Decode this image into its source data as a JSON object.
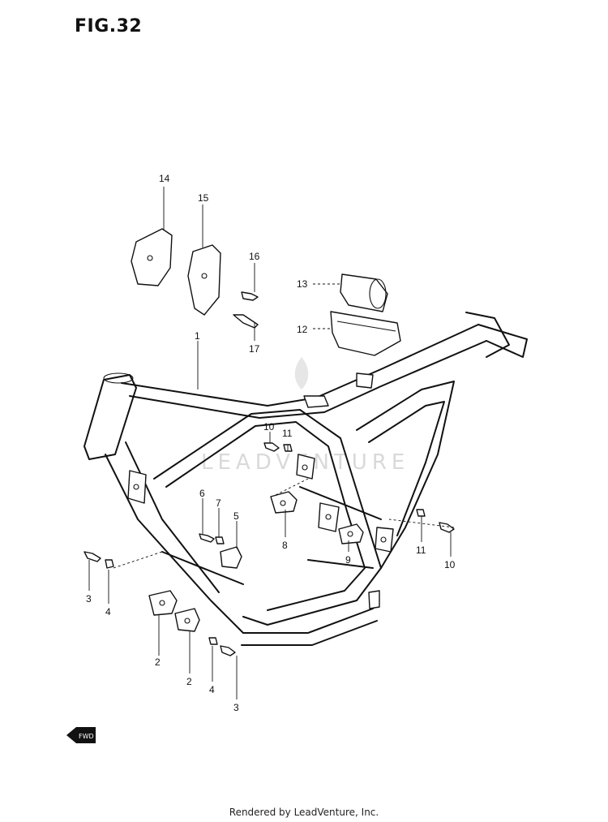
{
  "figure_label": "FIG.32",
  "footer_credit": "Rendered by LeadVenture, Inc.",
  "watermark": "LEADVENTURE",
  "arrow_label": "FWD",
  "callouts": {
    "c1": "1",
    "c2a": "2",
    "c2b": "2",
    "c3a": "3",
    "c3b": "3",
    "c4a": "4",
    "c4b": "4",
    "c5": "5",
    "c6": "6",
    "c7": "7",
    "c8": "8",
    "c9": "9",
    "c10a": "10",
    "c10b": "10",
    "c11a": "11",
    "c11b": "11",
    "c12": "12",
    "c13": "13",
    "c14": "14",
    "c15": "15",
    "c16": "16",
    "c17": "17"
  }
}
